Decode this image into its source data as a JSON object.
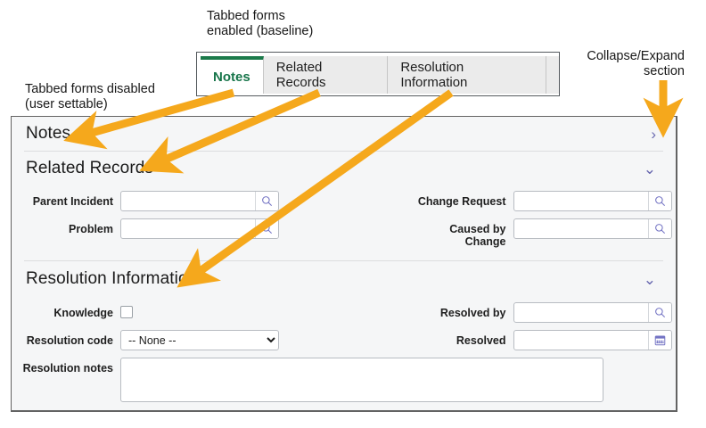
{
  "annotations": {
    "tabbed_enabled": "Tabbed forms\nenabled (baseline)",
    "tabbed_disabled": "Tabbed forms disabled\n(user settable)",
    "collapse_expand": "Collapse/Expand\nsection"
  },
  "colors": {
    "arrow": "#F5A81C",
    "active_tab_accent": "#1b7a4a",
    "active_tab_text": "#17754a",
    "chevron": "#6a6ab0",
    "panel_bg": "#f5f6f7",
    "panel_border": "#636363"
  },
  "tabs": [
    {
      "label": "Notes",
      "active": true
    },
    {
      "label": "Related Records",
      "active": false
    },
    {
      "label": "Resolution Information",
      "active": false
    }
  ],
  "sections": [
    {
      "title": "Notes",
      "collapsed": true,
      "chevron_glyph": "›"
    },
    {
      "title": "Related Records",
      "collapsed": false,
      "chevron_glyph": "⌄",
      "fields": {
        "parent_incident_label": "Parent Incident",
        "parent_incident_value": "",
        "problem_label": "Problem",
        "problem_value": "",
        "change_request_label": "Change Request",
        "change_request_value": "",
        "caused_by_change_label": "Caused by\nChange",
        "caused_by_change_value": ""
      }
    },
    {
      "title": "Resolution Information",
      "collapsed": false,
      "chevron_glyph": "⌄",
      "fields": {
        "knowledge_label": "Knowledge",
        "knowledge_checked": false,
        "resolution_code_label": "Resolution code",
        "resolution_code_value": "-- None --",
        "resolution_code_options": [
          "-- None --"
        ],
        "resolved_by_label": "Resolved by",
        "resolved_by_value": "",
        "resolved_label": "Resolved",
        "resolved_value": "",
        "resolution_notes_label": "Resolution notes",
        "resolution_notes_value": ""
      }
    }
  ],
  "icons": {
    "search": "search-icon",
    "calendar": "calendar-icon"
  }
}
